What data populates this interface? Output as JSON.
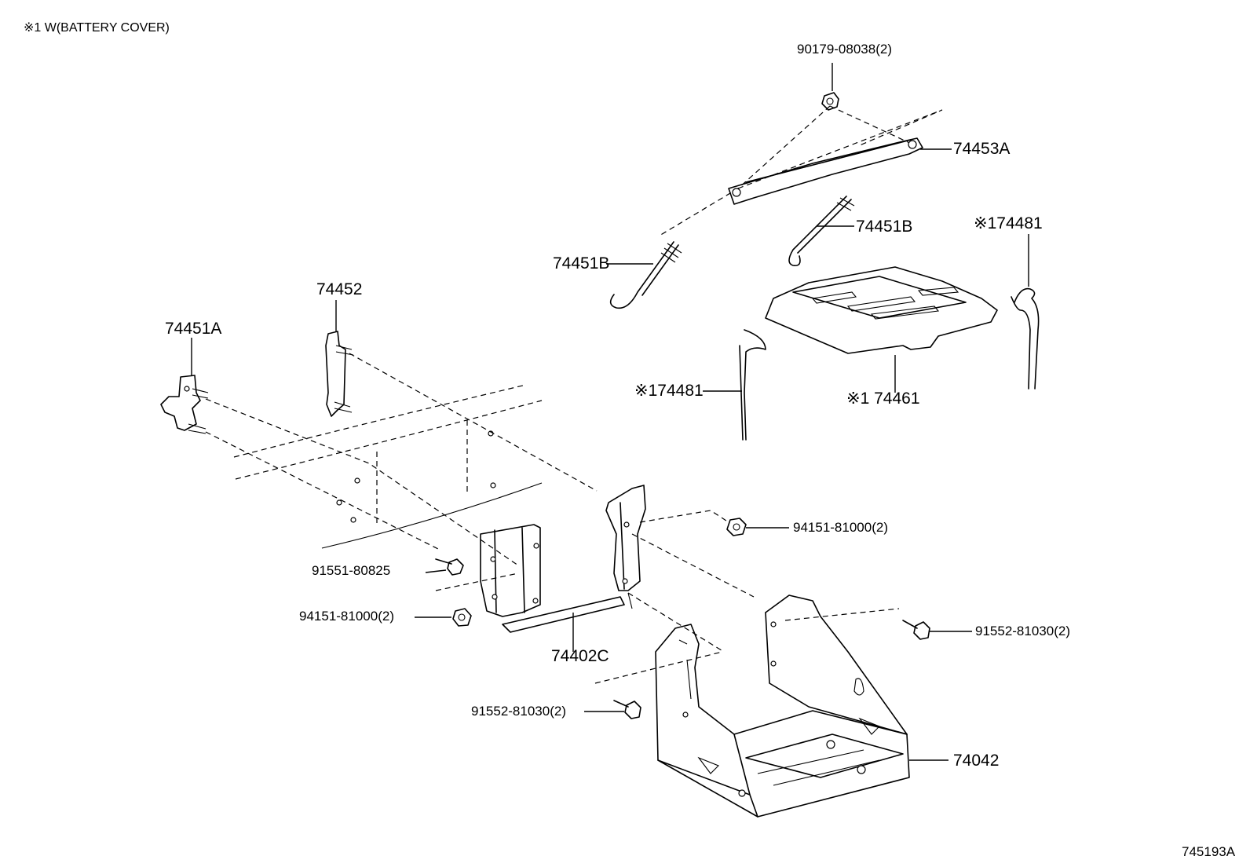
{
  "note": "※1 W(BATTERY COVER)",
  "figure_id": "745193A",
  "callouts": {
    "nut_90179": "90179-08038(2)",
    "clamp_74453A": "74453A",
    "rod_74451B_right": "74451B",
    "rod_74451B_left": "74451B",
    "strap_74481_right": "※174481",
    "strap_74481_left": "※174481",
    "cover_74461": "※1 74461",
    "bracket_74452": "74452",
    "bracket_74451A": "74451A",
    "nut_94151_right": "94151-81000(2)",
    "bolt_91551": "91551-80825",
    "nut_94151_left": "94151-81000(2)",
    "bracket_74402C": "74402C",
    "bolt_91552_right": "91552-81030(2)",
    "bolt_91552_left": "91552-81030(2)",
    "tray_74042": "74042"
  }
}
